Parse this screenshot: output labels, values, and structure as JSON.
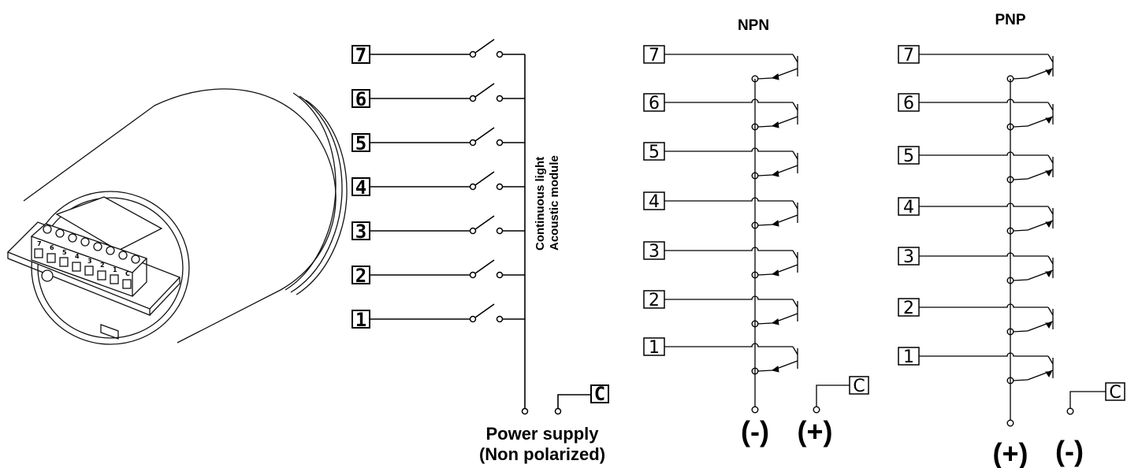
{
  "switch_diagram": {
    "terminals": [
      "7",
      "6",
      "5",
      "4",
      "3",
      "2",
      "1"
    ],
    "side_label_line1": "Continuous light",
    "side_label_line2": "Acoustic module",
    "common_terminal": "C",
    "power_supply_line1": "Power supply",
    "power_supply_line2": "(Non polarized)"
  },
  "npn_diagram": {
    "title": "NPN",
    "terminals": [
      "7",
      "6",
      "5",
      "4",
      "3",
      "2",
      "1"
    ],
    "common_terminal": "C",
    "left_polarity": "(-)",
    "right_polarity": "(+)"
  },
  "pnp_diagram": {
    "title": "PNP",
    "terminals": [
      "7",
      "6",
      "5",
      "4",
      "3",
      "2",
      "1"
    ],
    "common_terminal": "C",
    "left_polarity": "(+)",
    "right_polarity": "(-)"
  },
  "device": {
    "connector_labels": [
      "7",
      "6",
      "5",
      "4",
      "3",
      "2",
      "1",
      "C"
    ]
  }
}
